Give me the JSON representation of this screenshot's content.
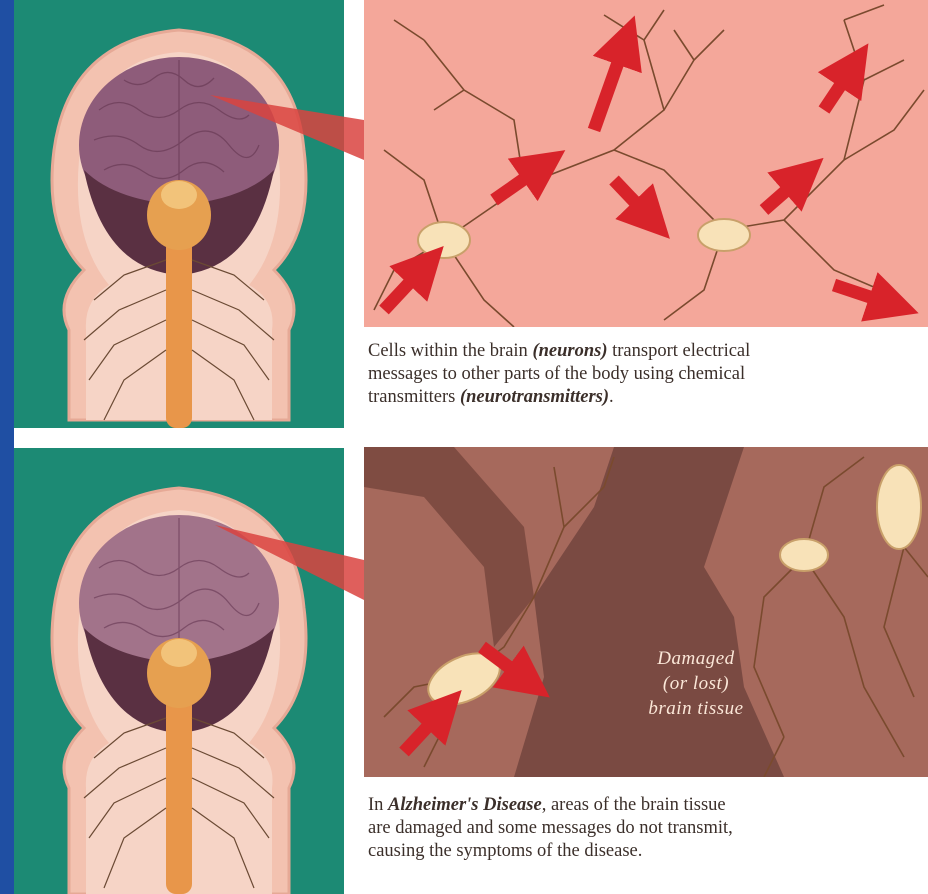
{
  "top_caption": {
    "before": "Cells within the brain ",
    "term": "(neurons)",
    "after_line1": " transport electrical",
    "line2": "messages to other parts of the body using chemical",
    "line3_before": "transmitters ",
    "line3_term": "(neurotransmitters)",
    "line3_after": "."
  },
  "bottom_caption": {
    "before": "In ",
    "term": "Alzheimer's Disease",
    "after_line1": ", areas of the brain tissue",
    "line2": "are damaged and some messages do not transmit,",
    "line3": "causing the symptoms of the disease."
  },
  "damaged_label": {
    "line1": "Damaged",
    "line2": "(or lost)",
    "line3": "brain tissue"
  },
  "colors": {
    "background_border": "#1f4fa3",
    "head_panel": "#1c8a74",
    "healthy_tissue": "#f4a79a",
    "damaged_tissue": "#a6695c",
    "arrow": "#d8232a",
    "brain": "#8e5c7a"
  }
}
